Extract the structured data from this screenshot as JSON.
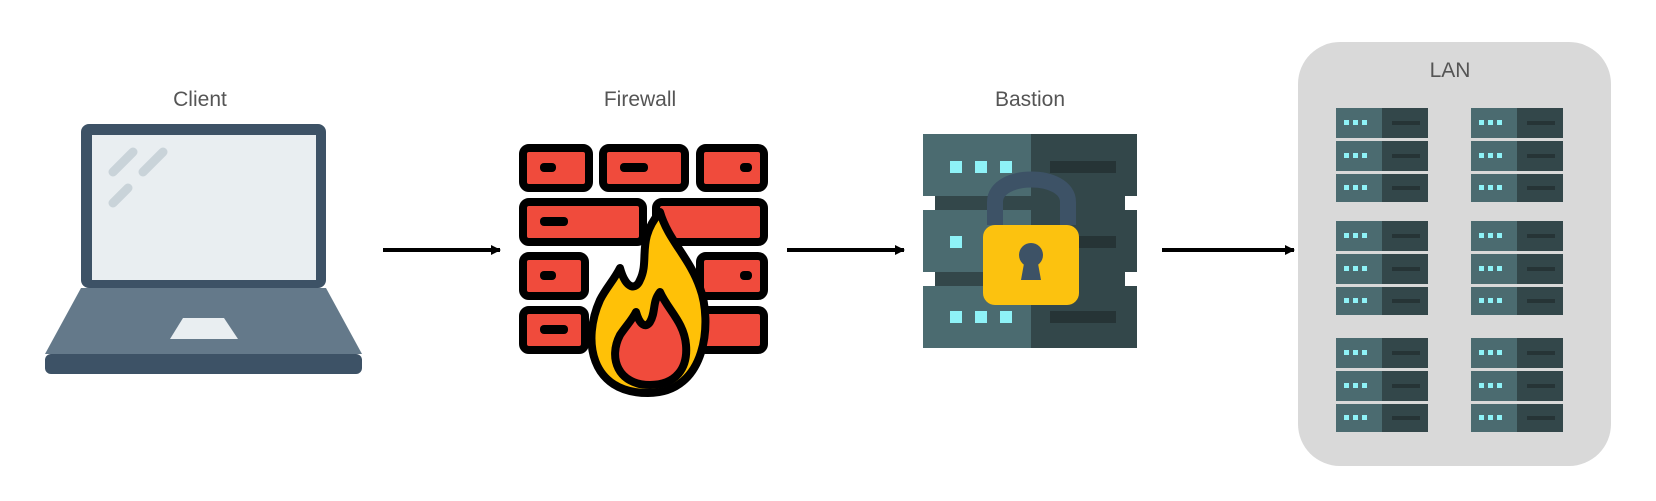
{
  "nodes": {
    "client": {
      "label": "Client",
      "icon": "laptop-icon"
    },
    "firewall": {
      "label": "Firewall",
      "icon": "firewall-icon"
    },
    "bastion": {
      "label": "Bastion",
      "icon": "locked-server-icon"
    },
    "lan": {
      "label": "LAN",
      "icon": "server-rack-icon",
      "server_count": 6
    }
  },
  "edges": [
    {
      "from": "client",
      "to": "firewall"
    },
    {
      "from": "firewall",
      "to": "bastion"
    },
    {
      "from": "bastion",
      "to": "lan"
    }
  ],
  "colors": {
    "label_text": "#555555",
    "arrow": "#000000",
    "lan_group_fill": "#d9d9d9",
    "laptop_body": "#64798a",
    "laptop_frame": "#3d5266",
    "laptop_screen": "#e9eef1",
    "brick_red": "#f04b3c",
    "flame_yellow": "#ffc107",
    "server_left": "#4b6b70",
    "server_right": "#33474a",
    "server_led": "#8ef2f7",
    "lock_gold": "#fcc20f"
  }
}
